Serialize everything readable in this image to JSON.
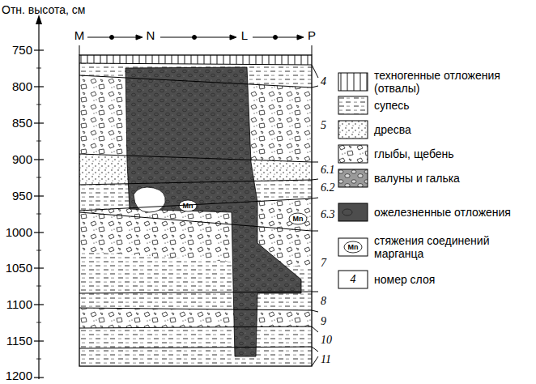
{
  "diagram": {
    "labels": [
      "Отн. высота, см",
      "750",
      "800",
      "850",
      "900",
      "950",
      "1000",
      "1050",
      "1100",
      "1150",
      "1200",
      "M",
      "N",
      "L",
      "P",
      "4",
      "5",
      "6.1",
      "6.2",
      "6.3",
      "7",
      "8",
      "9",
      "10",
      "11",
      "Mn",
      "Mn",
      "Mn",
      "4"
    ],
    "legend": [
      {
        "text": "техногенные отложения (отвалы)"
      },
      {
        "text": "супесь"
      },
      {
        "text": "дресва"
      },
      {
        "text": "глыбы, щебень"
      },
      {
        "text": "валуны и галька"
      },
      {
        "text": "ожелезненные отложения",
        "color": "#4d4d4d"
      },
      {
        "text": "стяжения соединений марганца"
      },
      {
        "text": "номер слоя"
      }
    ]
  }
}
